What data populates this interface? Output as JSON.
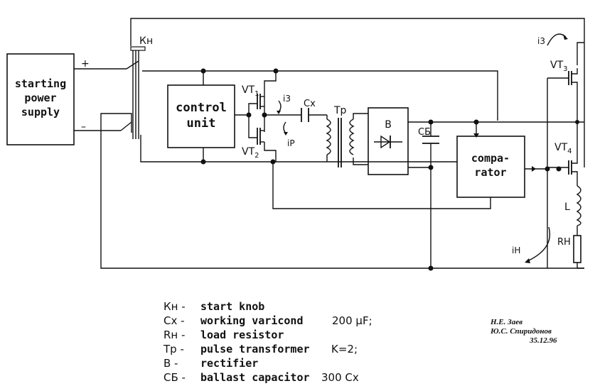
{
  "blocks": {
    "power_supply": [
      "starting",
      "power",
      "supply"
    ],
    "control_unit": [
      "control",
      "unit"
    ],
    "comparator": [
      "compa-",
      "rator"
    ],
    "rectifier_letter": "B"
  },
  "terminals": {
    "plus": "+",
    "minus": "–"
  },
  "labels": {
    "kn": "Кн",
    "vt1": "VT",
    "vt1_sub": "1",
    "vt2": "VT",
    "vt2_sub": "2",
    "vt3": "VT",
    "vt3_sub": "3",
    "vt4": "VT",
    "vt4_sub": "4",
    "cx": "Cx",
    "tp": "Tp",
    "cb": "CБ",
    "l": "L",
    "rh": "RH",
    "i3_top": "i3",
    "i3_mid": "i3",
    "ip": "iP",
    "ih": "iH"
  },
  "legend": [
    {
      "key": "Кн -",
      "desc": "start knob",
      "value": ""
    },
    {
      "key": "Сх -",
      "desc": "working varicond",
      "value": "200 μF;"
    },
    {
      "key": "Rн -",
      "desc": "load resistor",
      "value": ""
    },
    {
      "key": "Tp -",
      "desc": "pulse transformer",
      "value": "K=2;"
    },
    {
      "key": "B  -",
      "desc": "rectifier",
      "value": ""
    },
    {
      "key": "СБ -",
      "desc": "ballast capacitor",
      "value": "300 Сх"
    }
  ],
  "signature": {
    "name1": "Н.Е. Заев",
    "name2": "Ю.С. Спиридонов",
    "date": "35.12.96"
  }
}
